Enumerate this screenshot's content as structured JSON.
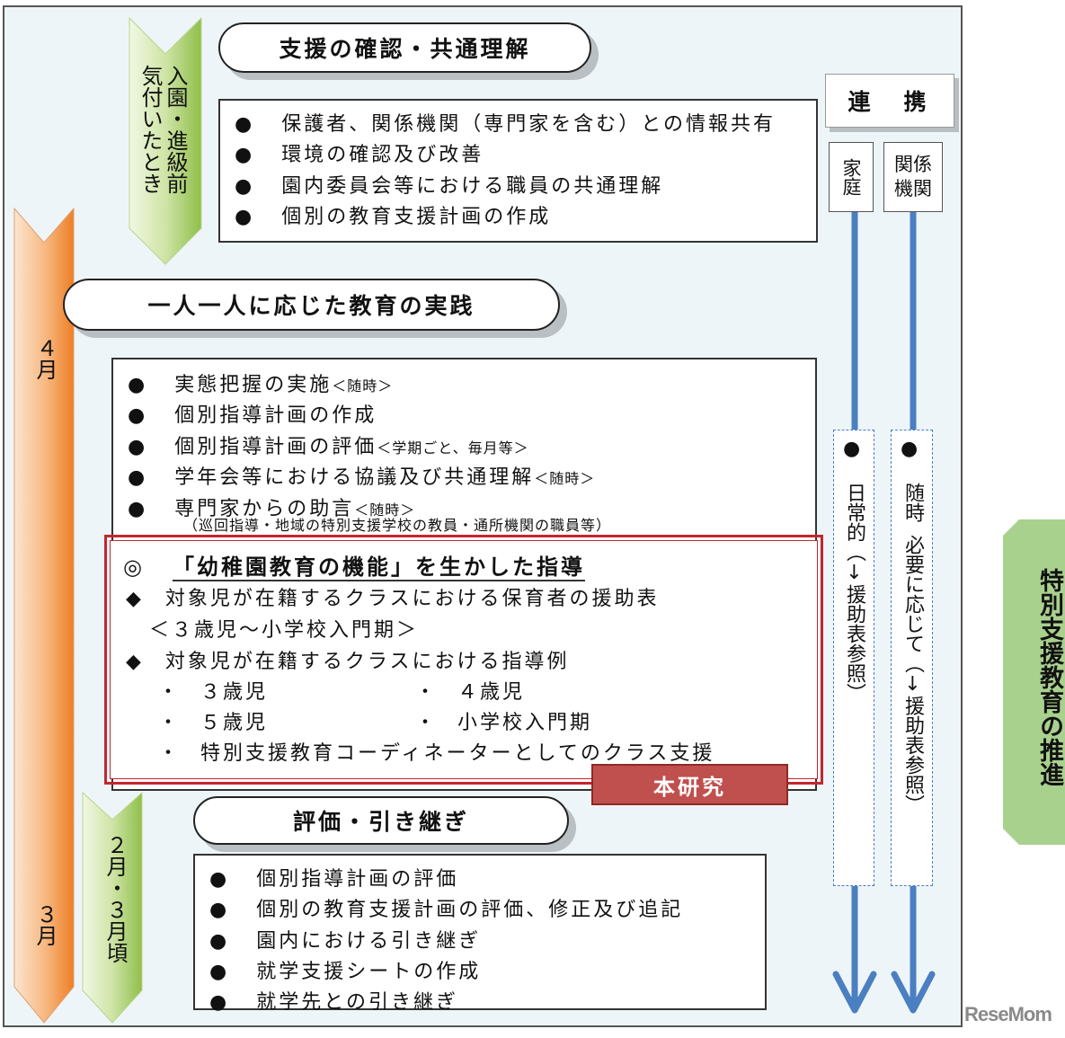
{
  "section1": {
    "title": "支援の確認・共通理解",
    "items": [
      "保護者、関係機関（専門家を含む）との情報共有",
      "環境の確認及び改善",
      "園内委員会等における職員の共通理解",
      "個別の教育支援計画の作成"
    ]
  },
  "section2": {
    "title": "一人一人に応じた教育の実践",
    "items": [
      {
        "text": "実態把握の実施",
        "note": "＜随時＞"
      },
      {
        "text": "個別指導計画の作成",
        "note": ""
      },
      {
        "text": "個別指導計画の評価",
        "note": "＜学期ごと、毎月等＞"
      },
      {
        "text": "学年会等における協議及び共通理解",
        "note": "＜随時＞"
      },
      {
        "text": "専門家からの助言",
        "note": "＜随時＞"
      }
    ],
    "subnote": "（巡回指導・地域の特別支援学校の教員・通所機関の職員等）"
  },
  "research": {
    "heading_mark": "◎",
    "heading": "「幼稚園教育の機能」を生かした指導",
    "item1": "対象児が在籍するクラスにおける保育者の援助表",
    "item1_sub": "＜３歳児～小学校入門期＞",
    "item2": "対象児が在籍するクラスにおける指導例",
    "sub_items": [
      "３歳児",
      "４歳児",
      "５歳児",
      "小学校入門期",
      "特別支援教育コーディネーターとしてのクラス支援"
    ],
    "label": "本研究"
  },
  "section3": {
    "title": "評価・引き継ぎ",
    "items": [
      "個別指導計画の評価",
      "個別の教育支援計画の評価、修正及び追記",
      "園内における引き継ぎ",
      "就学支援シートの作成",
      "就学先との引き継ぎ"
    ]
  },
  "timeline": {
    "green_top": [
      "入園・進級前",
      "気付いたとき"
    ],
    "april": "４月",
    "march": "３月",
    "feb_march": "２月・３月頃"
  },
  "cooperation": {
    "title": "連　携",
    "home": "家庭",
    "agencies": [
      "関係",
      "機関"
    ],
    "home_col": [
      "日常的",
      "（↓援助表参照）"
    ],
    "agency_col": [
      "随時",
      "必要に応じて（↓援助表参照）"
    ]
  },
  "side_banner": "特別支援教育の推進",
  "watermark": "ReseMom",
  "colors": {
    "orange": "#f08a30",
    "green": "#a6cc5e",
    "red": "#c4262e",
    "blue": "#4a7fc1",
    "banner_green": "#a9d18e"
  }
}
